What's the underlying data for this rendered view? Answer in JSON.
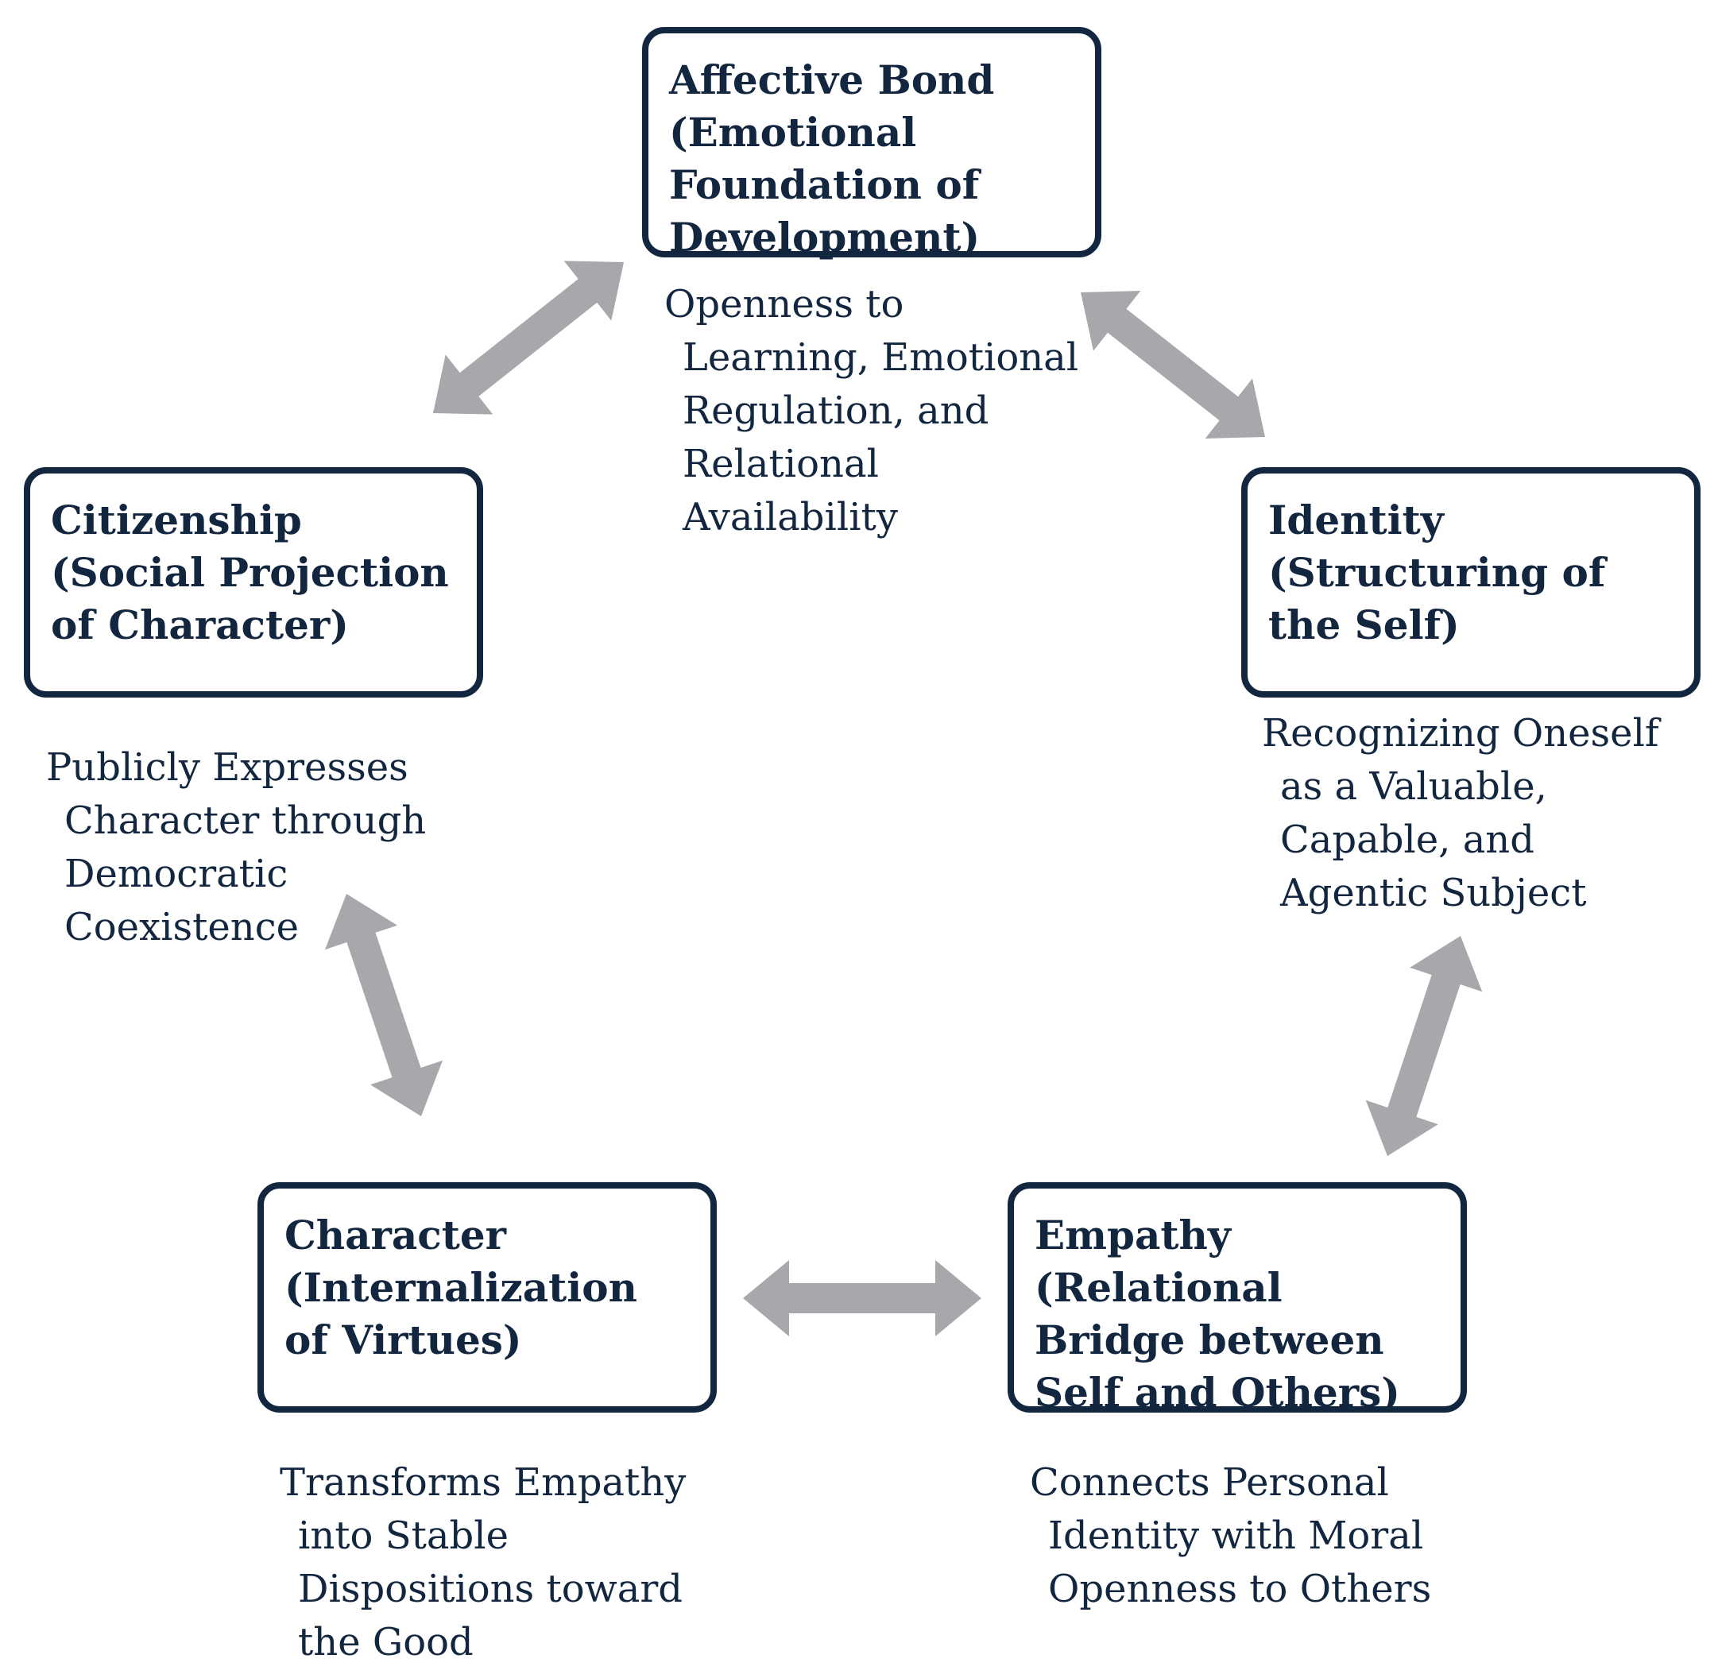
{
  "colors": {
    "box_border": "#13263f",
    "text": "#13263f",
    "arrow": "#a7a8ab",
    "background": "#ffffff"
  },
  "nodes": {
    "affective_bond": {
      "title": "Affective Bond (Emotional Foundation of Development)",
      "desc_lines": [
        "Openness to",
        "Learning, Emotional",
        "Regulation, and",
        "Relational",
        "Availability"
      ]
    },
    "identity": {
      "title": "Identity (Structuring of the Self)",
      "desc_lines": [
        "Recognizing Oneself",
        "as a Valuable,",
        "Capable, and",
        "Agentic Subject"
      ]
    },
    "empathy": {
      "title": "Empathy (Relational Bridge between Self and Others)",
      "desc_lines": [
        "Connects Personal",
        "Identity with Moral",
        "Openness to Others"
      ]
    },
    "character": {
      "title": "Character (Internalization of Virtues)",
      "desc_lines": [
        "Transforms Empathy",
        "into Stable",
        "Dispositions toward",
        "the Good"
      ]
    },
    "citizenship": {
      "title": "Citizenship (Social Projection of Character)",
      "desc_lines": [
        "Publicly Expresses",
        "Character through",
        "Democratic",
        "Coexistence"
      ]
    }
  },
  "arrows": [
    {
      "name": "affective-identity-arrow",
      "from": "affective_bond",
      "to": "identity",
      "bidirectional": true
    },
    {
      "name": "identity-empathy-arrow",
      "from": "identity",
      "to": "empathy",
      "bidirectional": true
    },
    {
      "name": "empathy-character-arrow",
      "from": "empathy",
      "to": "character",
      "bidirectional": true
    },
    {
      "name": "character-citizenship-arrow",
      "from": "character",
      "to": "citizenship",
      "bidirectional": true
    },
    {
      "name": "citizenship-affective-arrow",
      "from": "citizenship",
      "to": "affective_bond",
      "bidirectional": true
    }
  ]
}
